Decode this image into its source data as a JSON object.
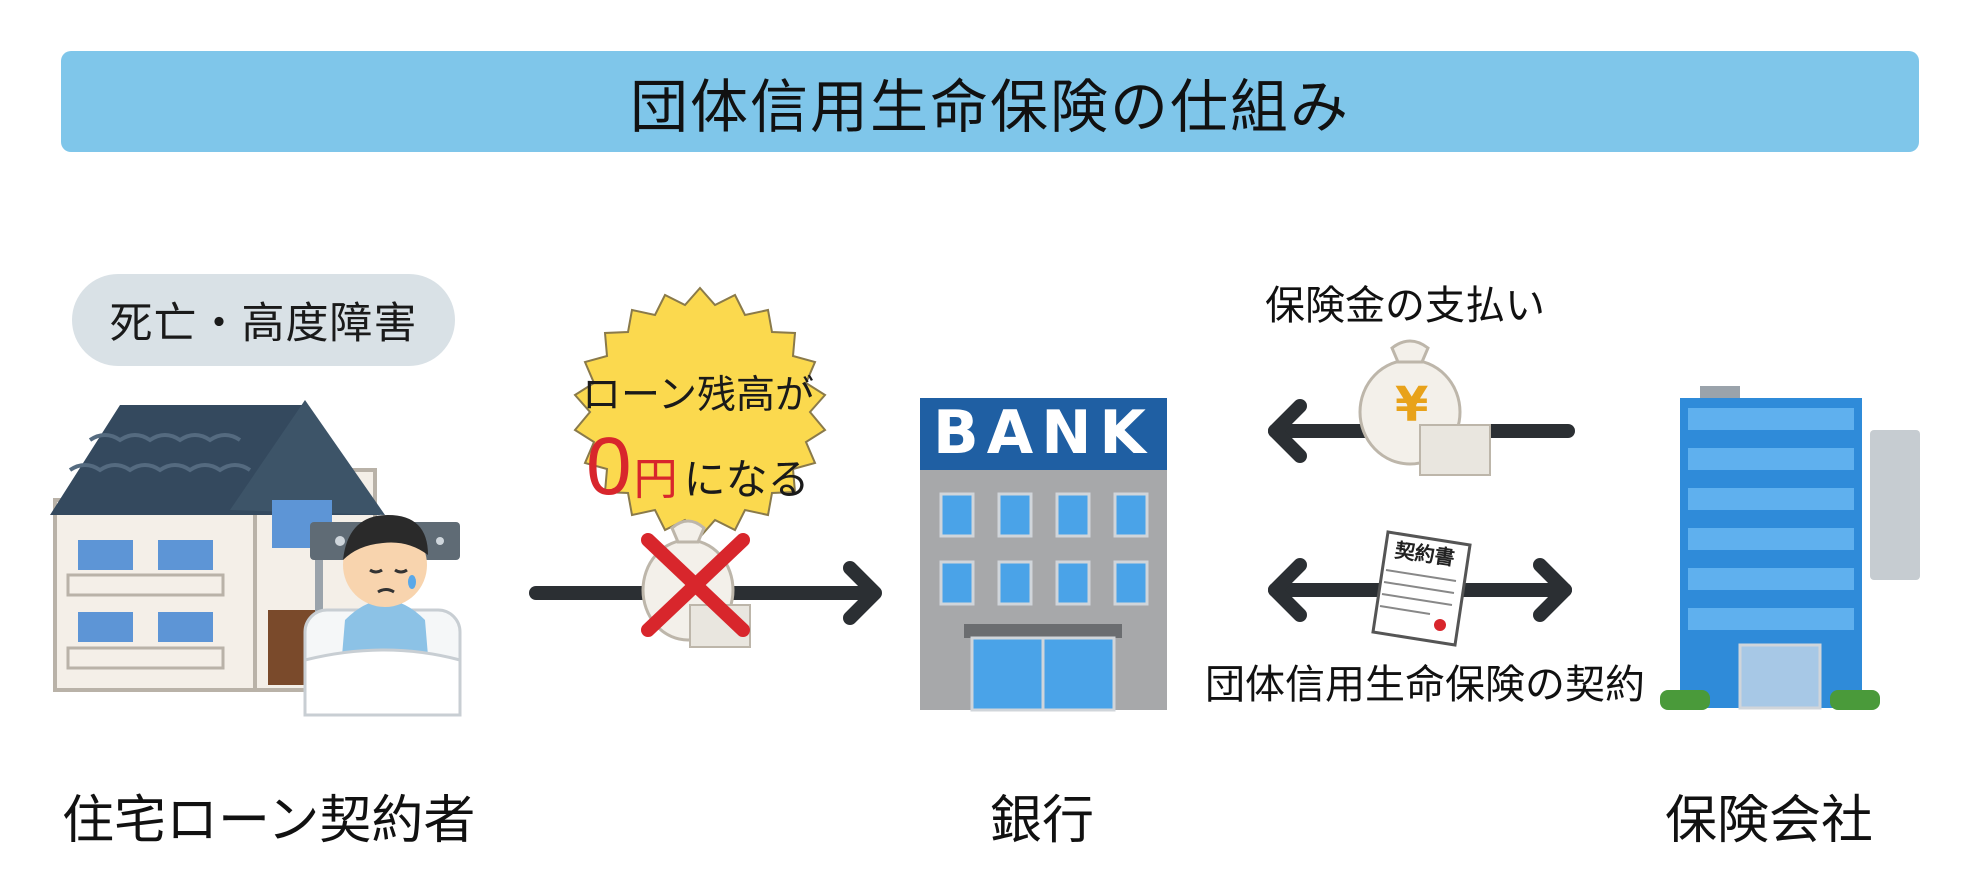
{
  "title": "団体信用生命保険の仕組み",
  "condition_badge": "死亡・高度障害",
  "burst": {
    "line1": "ローン残高が",
    "amount": "0",
    "currency": "円",
    "suffix": "になる"
  },
  "labels": {
    "borrower": "住宅ローン契約者",
    "bank": "銀行",
    "insurer": "保険会社"
  },
  "bank_sign": "BANK",
  "payment_label": "保険金の支払い",
  "contract_label": "団体信用生命保険の契約",
  "contract_doc_title": "契約書",
  "money_bag_symbol": "¥",
  "colors": {
    "title_bg": "#7fc6ea",
    "badge_bg": "#d9e1e6",
    "burst": "#fbd94e",
    "cross": "#d8262c",
    "arrow": "#2b2f33",
    "bank_sign": "#1f5fa3",
    "building_glass": "#2f8bd9"
  }
}
